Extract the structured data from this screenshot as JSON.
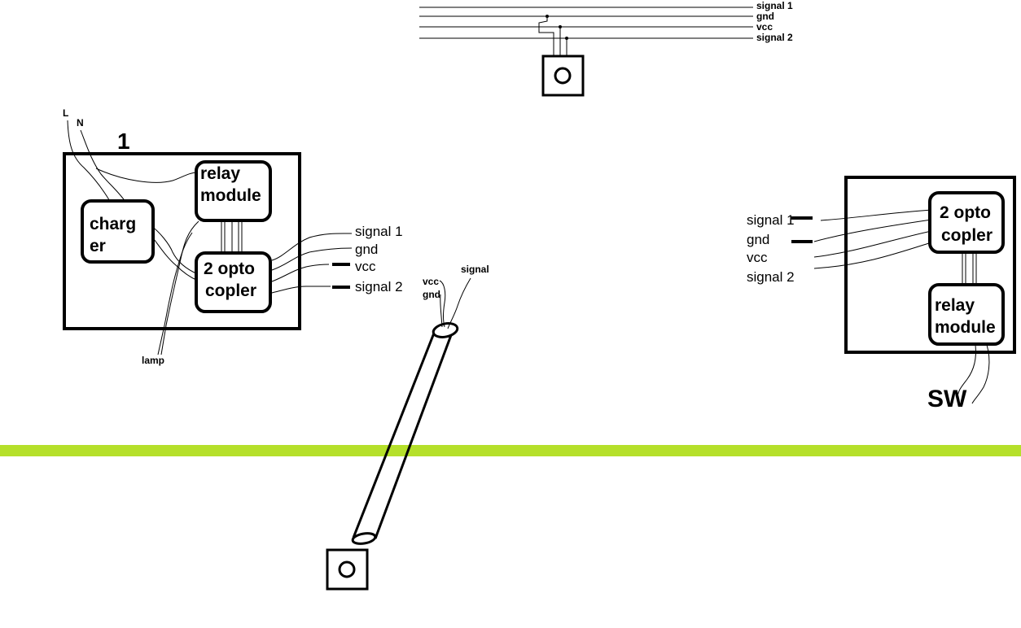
{
  "top_bus": {
    "labels": [
      "signal 1",
      "gnd",
      "vcc",
      "signal 2"
    ]
  },
  "mains": {
    "l": "L",
    "n": "N"
  },
  "unit_left": {
    "number": "1",
    "charger": [
      "charg",
      "er"
    ],
    "relay": [
      "relay",
      "module"
    ],
    "opto": [
      "2 opto",
      "copler"
    ],
    "outputs": [
      "signal 1",
      "gnd",
      "vcc",
      "signal 2"
    ],
    "lamp": "lamp"
  },
  "unit_right": {
    "opto": [
      "2 opto",
      "copler"
    ],
    "relay": [
      "relay",
      "module"
    ],
    "inputs": [
      "signal 1",
      "gnd",
      "vcc",
      "signal 2"
    ],
    "sw": "SW"
  },
  "pole": {
    "vcc": "vcc",
    "gnd": "gnd",
    "signal": "signal"
  },
  "colors": {
    "ground_line": "#b5e02a",
    "ink": "#000000"
  }
}
